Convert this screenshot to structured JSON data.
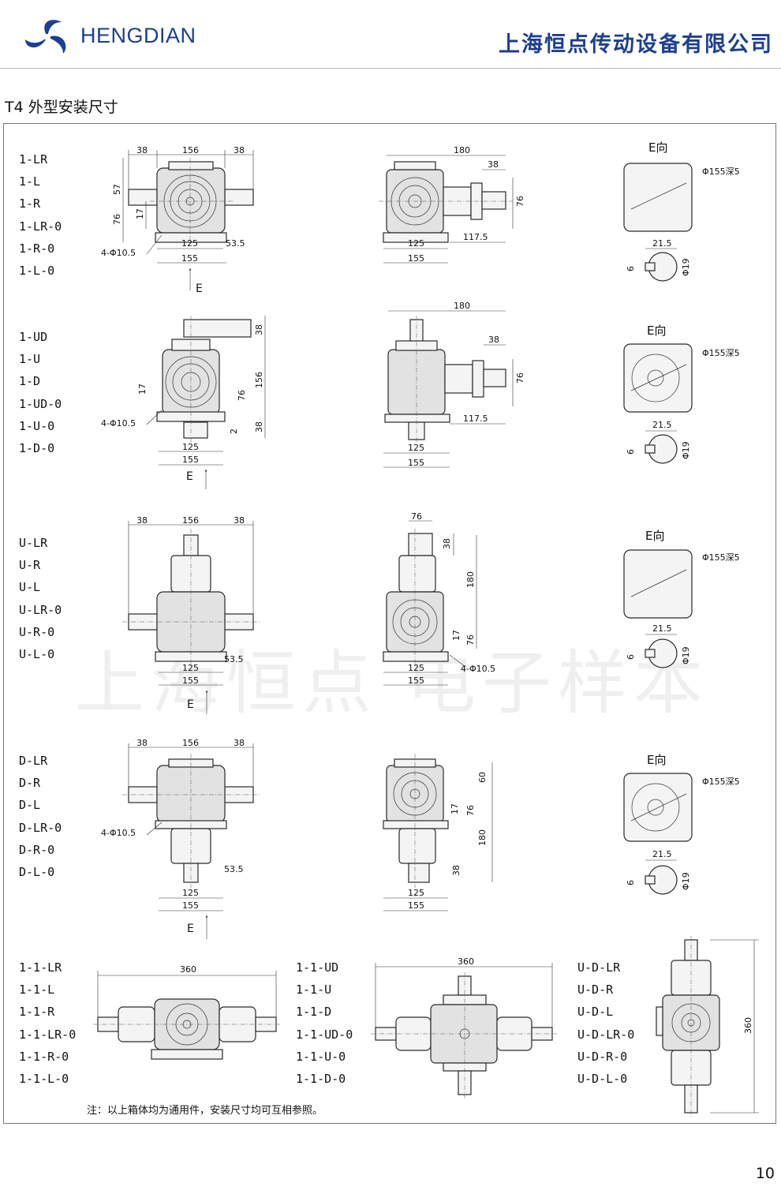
{
  "header": {
    "brand": "HENGDIAN",
    "company": "上海恒点传动设备有限公司"
  },
  "section_title": "T4 外型安装尺寸",
  "rows": [
    {
      "models": [
        "1-LR",
        "1-L",
        "1-R",
        "1-LR-0",
        "1-R-0",
        "1-L-0"
      ],
      "front": {
        "top_dims": [
          "38",
          "156",
          "38"
        ],
        "side_dims": [
          "57",
          "76",
          "17"
        ],
        "bottom_dims": [
          "125",
          "155",
          "53.5"
        ],
        "hole": "4-Φ10.5",
        "view": "E"
      },
      "side": {
        "dims": [
          "180",
          "38",
          "76",
          "117.5",
          "125",
          "155"
        ]
      },
      "e_view": {
        "title": "E向",
        "pcd": "Φ155深5",
        "key_w": "21.5",
        "key_h": "6",
        "shaft": "Φ19"
      }
    },
    {
      "models": [
        "1-UD",
        "1-U",
        "1-D",
        "1-UD-0",
        "1-U-0",
        "1-D-0"
      ],
      "front": {
        "side_dims": [
          "38",
          "156",
          "38",
          "17",
          "76",
          "2"
        ],
        "bottom_dims": [
          "125",
          "155"
        ],
        "hole": "4-Φ10.5",
        "view": "E"
      },
      "side": {
        "dims": [
          "180",
          "38",
          "76",
          "117.5",
          "125",
          "155"
        ]
      },
      "e_view": {
        "title": "E向",
        "pcd": "Φ155深5",
        "key_w": "21.5",
        "key_h": "6",
        "shaft": "Φ19"
      }
    },
    {
      "models": [
        "U-LR",
        "U-R",
        "U-L",
        "U-LR-0",
        "U-R-0",
        "U-L-0"
      ],
      "front": {
        "top_dims": [
          "38",
          "156",
          "38"
        ],
        "bottom_dims": [
          "125",
          "155",
          "53.5"
        ],
        "view": "E"
      },
      "side": {
        "dims": [
          "76",
          "38",
          "180",
          "17",
          "76",
          "125",
          "155"
        ],
        "hole": "4-Φ10.5"
      },
      "e_view": {
        "title": "E向",
        "pcd": "Φ155深5",
        "key_w": "21.5",
        "key_h": "6",
        "shaft": "Φ19"
      }
    },
    {
      "models": [
        "D-LR",
        "D-R",
        "D-L",
        "D-LR-0",
        "D-R-0",
        "D-L-0"
      ],
      "front": {
        "top_dims": [
          "38",
          "156",
          "38"
        ],
        "bottom_dims": [
          "125",
          "155",
          "53.5"
        ],
        "hole": "4-Φ10.5",
        "view": "E"
      },
      "side": {
        "dims": [
          "60",
          "17",
          "76",
          "180",
          "38",
          "125",
          "155"
        ]
      },
      "e_view": {
        "title": "E向",
        "pcd": "Φ155深5",
        "key_w": "21.5",
        "key_h": "6",
        "shaft": "Φ19"
      }
    }
  ],
  "bottom": {
    "groups": [
      {
        "models": [
          "1-1-LR",
          "1-1-L",
          "1-1-R",
          "1-1-LR-0",
          "1-1-R-0",
          "1-1-L-0"
        ],
        "dim": "360"
      },
      {
        "models": [
          "1-1-UD",
          "1-1-U",
          "1-1-D",
          "1-1-UD-0",
          "1-1-U-0",
          "1-1-D-0"
        ],
        "dim": "360"
      },
      {
        "models": [
          "U-D-LR",
          "U-D-R",
          "U-D-L",
          "U-D-LR-0",
          "U-D-R-0",
          "U-D-L-0"
        ],
        "dim": "360"
      }
    ]
  },
  "watermark": "上海恒点  电子样本",
  "note": "注：以上箱体均为通用件，安装尺寸均可互相参照。",
  "page_number": "10",
  "colors": {
    "brand": "#1d3f8f",
    "line": "#2a2a2a"
  }
}
